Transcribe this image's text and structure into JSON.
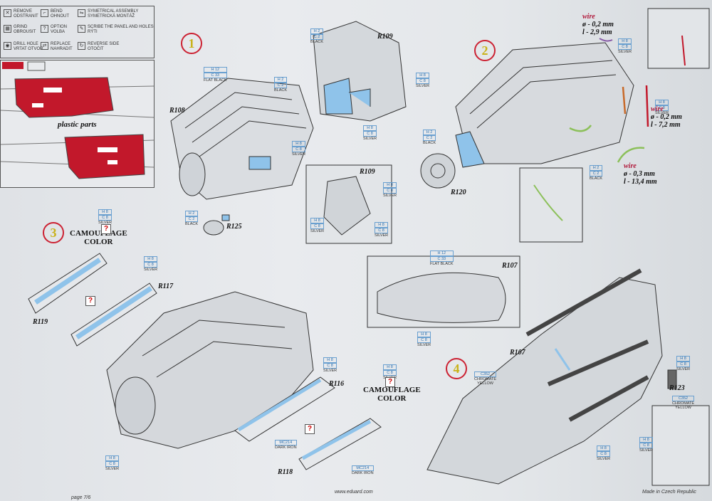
{
  "legend": [
    {
      "icon": "remove-icon",
      "label": "REMOVE\nODSTRANIT"
    },
    {
      "icon": "bend-icon",
      "label": "BEND\nOHNOUT"
    },
    {
      "icon": "symmetrical-icon",
      "label": "SYMETRICAL ASSEMBLY\nSYMETRICKÁ MONTÁŽ"
    },
    {
      "icon": "grind-icon",
      "label": "GRIND\nOBROUSIT"
    },
    {
      "icon": "option-icon",
      "label": "OPTION\nVOLBA"
    },
    {
      "icon": "scribe-icon",
      "label": "SCRIBE THE PANEL AND HOLES\nRÝTI"
    },
    {
      "icon": "drill-icon",
      "label": "DRILL HOLE\nVRTAT OTVOR"
    },
    {
      "icon": "replace-icon",
      "label": "REPLACE\nNAHRADIT"
    },
    {
      "icon": "reverse-icon",
      "label": "REVERSE SIDE\nOTOČIT"
    }
  ],
  "plastic_parts_label": "plastic parts",
  "steps": [
    "1",
    "2",
    "3",
    "4"
  ],
  "part_labels": {
    "r108": "R108",
    "r109a": "R109",
    "r109b": "R109",
    "r125": "R125",
    "r120": "R120",
    "r117": "R117",
    "r119": "R119",
    "r116": "R116",
    "r118": "R118",
    "r107a": "R107",
    "r107b": "R107",
    "r123": "R123"
  },
  "camouflage": [
    "CAMOUFLAGE",
    "COLOR"
  ],
  "colors": {
    "flat_black": {
      "h": "H 12",
      "c": "C 33",
      "name": "FLAT BLACK"
    },
    "black": {
      "h": "H 2",
      "c": "C 2",
      "name": "BLACK"
    },
    "silver": {
      "h": "H 8",
      "c": "C 8",
      "name": "SILVER"
    },
    "dark_iron": {
      "mc": "MC214",
      "name": "DARK IRON"
    },
    "chromate": {
      "c": "C352",
      "name": "CHROMATE\nYELLOW"
    }
  },
  "wires": [
    {
      "label": "wire",
      "dia": "ø - 0,2 mm",
      "len": "l - 2,9 mm"
    },
    {
      "label": "wire",
      "dia": "ø - 0,2 mm",
      "len": "l - 7,2 mm"
    },
    {
      "label": "wire",
      "dia": "ø - 0,3 mm",
      "len": "l - 13,4 mm"
    }
  ],
  "footer": {
    "left": "www.eduard.com",
    "right": "Made in Czech Republic",
    "corner": "page 7/6"
  },
  "accent_colors": {
    "red": "#c2182b",
    "blue": "#8fc3ea",
    "step_ring": "#c23",
    "step_num": "#c9b21a",
    "wire_red": "#b0183a"
  }
}
